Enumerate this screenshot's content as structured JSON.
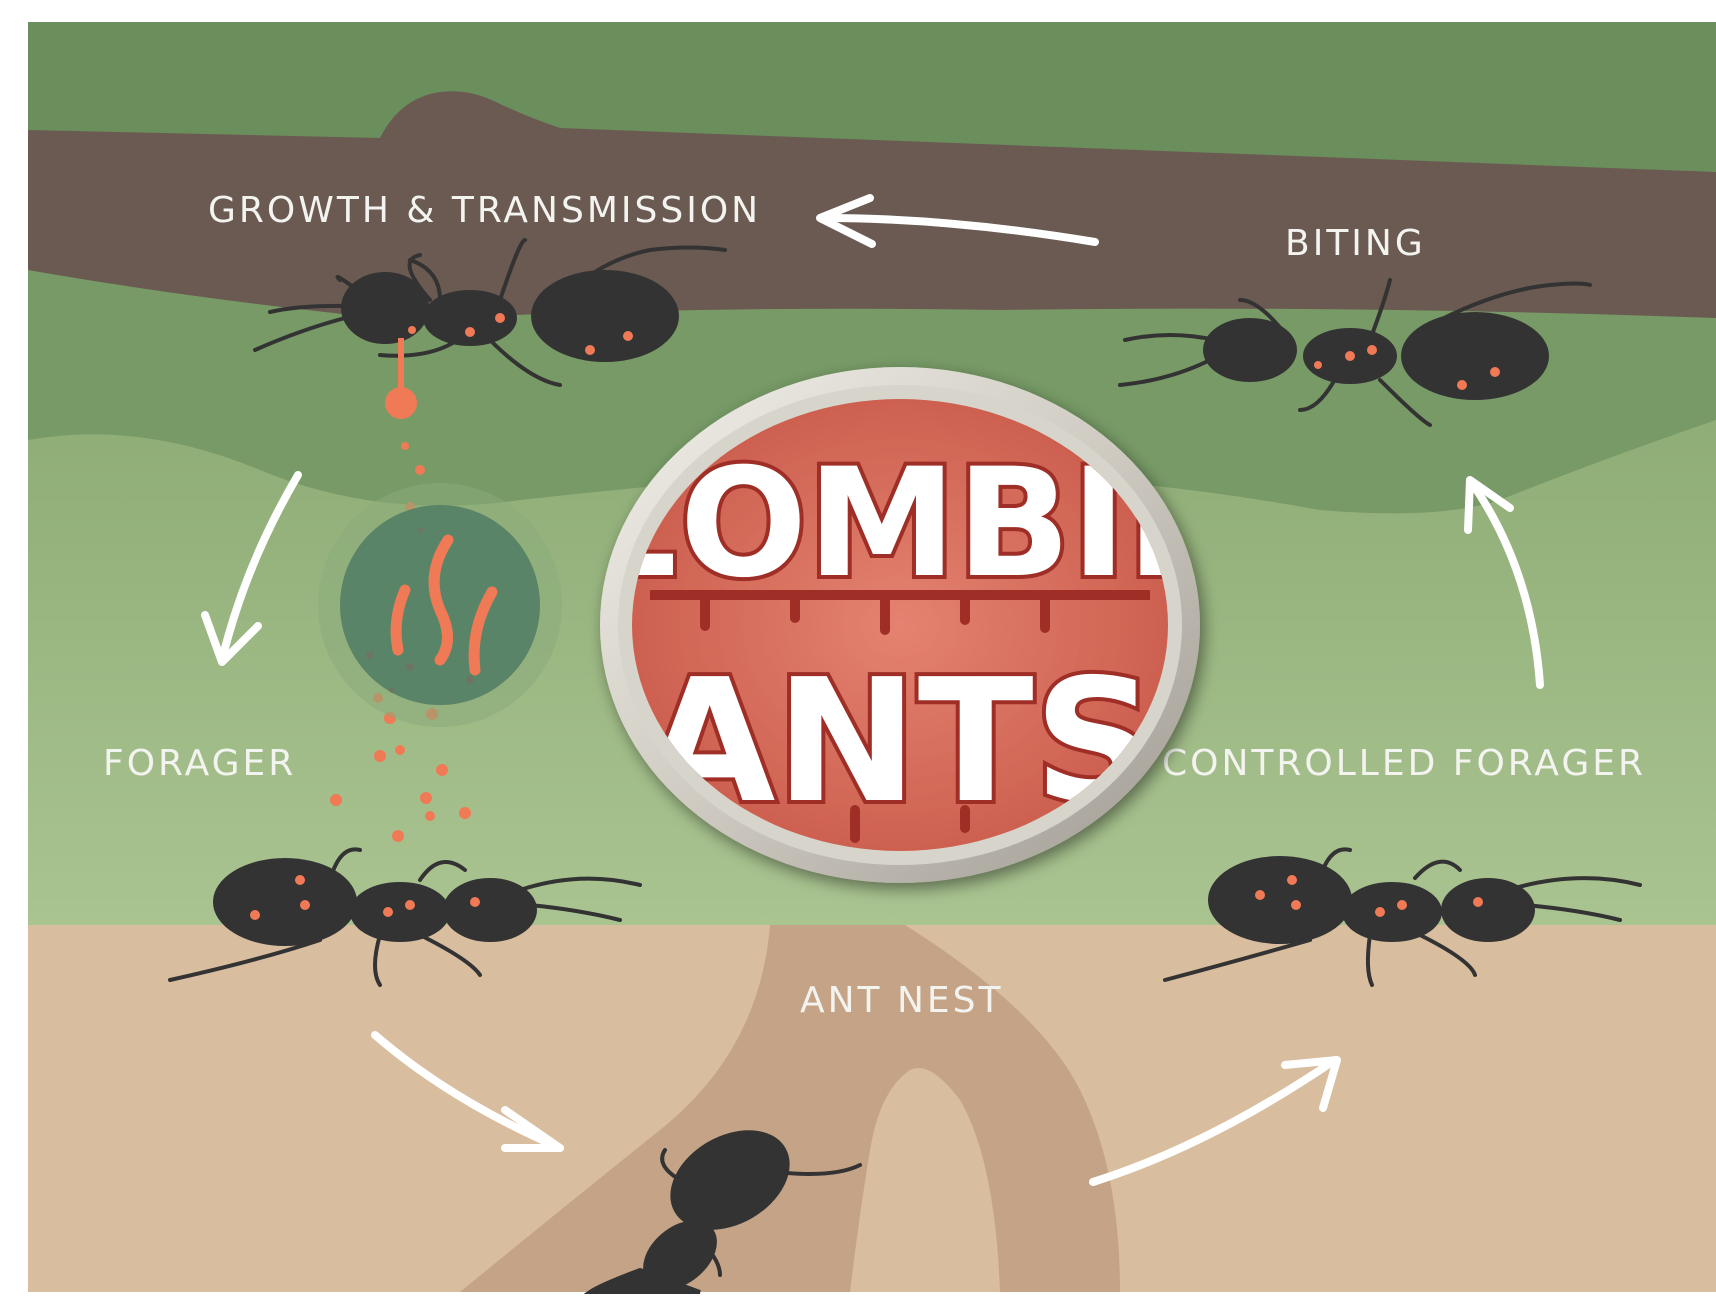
{
  "diagram": {
    "stages": {
      "growth": "GROWTH & TRANSMISSION",
      "biting": "BITING",
      "forager": "FORAGER",
      "controlled": "CONTROLLED FORAGER",
      "nest": "ANT NEST"
    },
    "badge": {
      "word1": "ZOMBIE",
      "word2": "ANTS"
    },
    "colors": {
      "sky_green": "#6a8e5c",
      "branch_brown": "#6a5a52",
      "grass_mid": "#7a9c6a",
      "grass_light": "#a8c290",
      "soil": "#d8bd9f",
      "tunnel": "#c4a386",
      "ant_body": "#333333",
      "spore_orange": "#f07a55",
      "badge_red": "#d96b5a",
      "label_white": "#f3f3ef"
    },
    "icons": [
      "ant-icon",
      "spore-icon",
      "fungus-icon",
      "arrow-icon"
    ]
  }
}
